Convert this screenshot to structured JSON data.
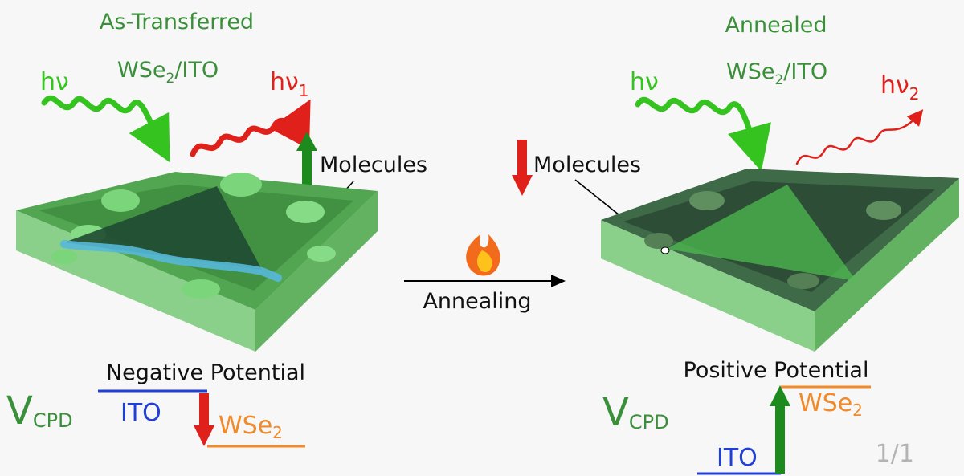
{
  "left_panel": {
    "title": "As-Transferred",
    "material_main": "WSe",
    "material_sub": "2",
    "material_rest": "/ITO",
    "incident_light": "hν",
    "emitted_main": "hν",
    "emitted_sub": "1",
    "molecules_label": "Molecules",
    "potential_label": "Negative Potential",
    "vcpd_main": "V",
    "vcpd_sub": "CPD",
    "ito_label": "ITO",
    "wse_main": "WSe",
    "wse_sub": "2"
  },
  "middle": {
    "process_label": "Annealing"
  },
  "right_panel": {
    "title": "Annealed",
    "material_main": "WSe",
    "material_sub": "2",
    "material_rest": "/ITO",
    "incident_light": "hν",
    "emitted_main": "hν",
    "emitted_sub": "2",
    "molecules_label": "Molecules",
    "potential_label": "Positive Potential",
    "vcpd_main": "V",
    "vcpd_sub": "CPD",
    "ito_label": "ITO",
    "wse_main": "WSe",
    "wse_sub": "2"
  },
  "page_counter": "1/1",
  "colors": {
    "title_green": "#3a8f3a",
    "light_green": "#35c41f",
    "red": "#e0211b",
    "ito_blue": "#1f3fd6",
    "wse_orange": "#f08a2a",
    "arrow_green": "#1d8a1d",
    "substrate_top": "#52a652",
    "substrate_front": "#8ad08a",
    "substrate_side": "#62b262",
    "film_dark": "#2b4a35",
    "water_blue": "#56b8d8"
  }
}
